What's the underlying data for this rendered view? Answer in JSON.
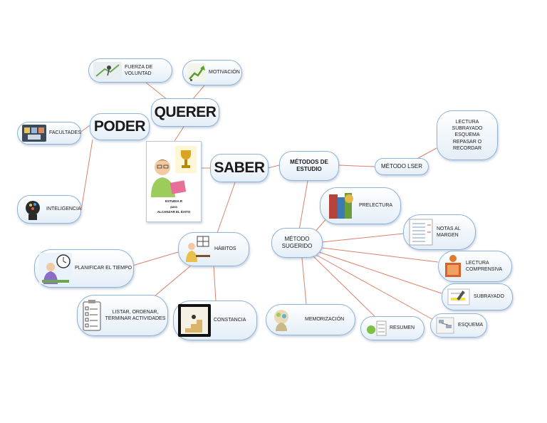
{
  "nodes": {
    "querer": "QUERER",
    "poder": "PODER",
    "saber": "SABER",
    "fuerza": "FUERZA DE VOLUNTAD",
    "motivacion": "MOTIVACIÓN",
    "facultades": "FACULTADES",
    "inteligencia": "INTELIGENCIA",
    "metodos": "MÉTODOS DE ESTUDIO",
    "lser": "MÉTODO LSER",
    "lser_steps": "LECTURA SUBRAYADO ESQUEMA REPASAR O RECORDAR",
    "sugerido": "MÉTODO SUGERIDO",
    "habitos": "HÁBITOS",
    "planificar": "PLANIFICAR EL TIEMPO",
    "listar": "LISTAR, ORDENAR, TERMINAR ACTIVIDADES",
    "constancia": "CONSTANCIA",
    "prelectura": "PRELECTURA",
    "notas": "NOTAS AL MARGEN",
    "comprensiva": "LECTURA COMPRENSIVA",
    "subrayado": "SUBRAYADO",
    "esquema": "ESQUEMA",
    "resumen": "RESUMEN",
    "memorizacion": "MEMORIZACIÓN"
  },
  "card": {
    "line1": "ESTUDIA R",
    "line2": "para",
    "line3": "ALCANZAR EL ÉXITO"
  },
  "colors": {
    "edge": "#d9826a",
    "node_border": "#8fb3d4"
  }
}
